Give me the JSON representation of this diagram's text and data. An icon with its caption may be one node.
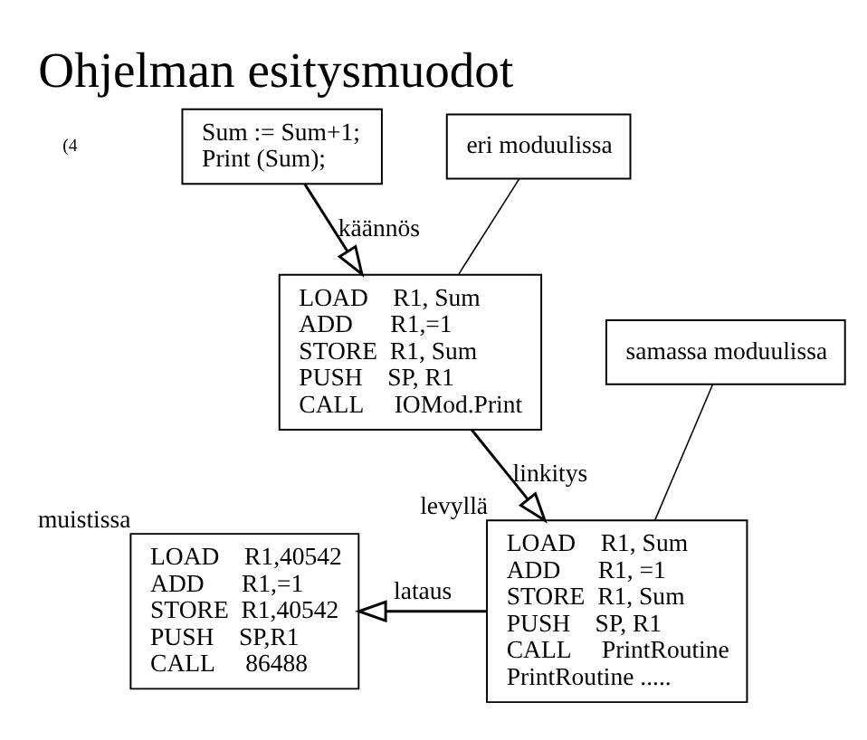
{
  "diagram": {
    "title": "Ohjelman esitysmuodot",
    "nodes": [
      {
        "text": [
          "Sum := Sum+1;",
          "Print (Sum);"
        ]
      },
      {
        "text": [
          "LOAD    R1, Sum",
          "ADD      R1,=1",
          "STORE  R1, Sum",
          "PUSH    SP, R1",
          "CALL     IOMod.Print"
        ]
      },
      {
        "text": [
          "eri moduulissa"
        ]
      },
      {
        "text": [
          "LOAD    R1, Sum",
          "ADD      R1, =1",
          "STORE  R1, Sum",
          "PUSH    SP, R1",
          "CALL     PrintRoutine",
          "PrintRoutine ....."
        ],
        "beside": [
          "levyllä"
        ]
      },
      {
        "text": [
          "LOAD    R1,40542",
          "ADD      R1,=1",
          "STORE  R1,40542",
          "PUSH    SP,R1",
          "CALL     86488"
        ],
        "beside": [
          "muistissa"
        ]
      },
      {
        "text": [
          "samassa moduulissa"
        ]
      }
    ],
    "edges": [
      {
        "from": 0,
        "to": 1,
        "arrow": "to",
        "label": "käännös"
      },
      {
        "from": 2,
        "to": 1,
        "arrow": "none"
      },
      {
        "from": 1,
        "to": 3,
        "arrow": "to",
        "label": "linkitys"
      },
      {
        "from": 3,
        "to": 4,
        "arrow": "to",
        "label": "lataus"
      },
      {
        "from": 5,
        "to": 3,
        "arrow": "none"
      }
    ],
    "labels": [
      "(4"
    ]
  }
}
